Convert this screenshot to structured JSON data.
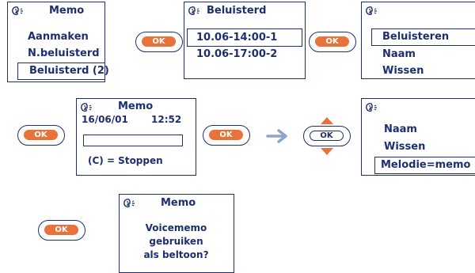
{
  "screen1": {
    "title": "Memo",
    "items": [
      "Aanmaken",
      "N.beluisterd",
      "Beluisterd (2)"
    ]
  },
  "screen2": {
    "title": "Beluisterd",
    "items": [
      "10.06-14:00-1",
      "10.06-17:00-2"
    ]
  },
  "screen3": {
    "items": [
      "Beluisteren",
      "Naam",
      "Wissen"
    ]
  },
  "screen4": {
    "title": "Memo",
    "date": "16/06/01",
    "time": "12:52",
    "hint": "(C) = Stoppen"
  },
  "screen5": {
    "items": [
      "Naam",
      "Wissen",
      "Melodie=memo"
    ]
  },
  "screen6": {
    "title": "Memo",
    "lines": [
      "Voicememo",
      "gebruiken",
      "als beltoon?"
    ]
  },
  "ok_label": "OK",
  "colors": {
    "ink": "#1d2f6f",
    "accent": "#e8733a",
    "arrow": "#8fa6c8"
  },
  "icons": [
    "speaker-face-icon",
    "right-arrow-icon",
    "nav-up-down-icon"
  ]
}
